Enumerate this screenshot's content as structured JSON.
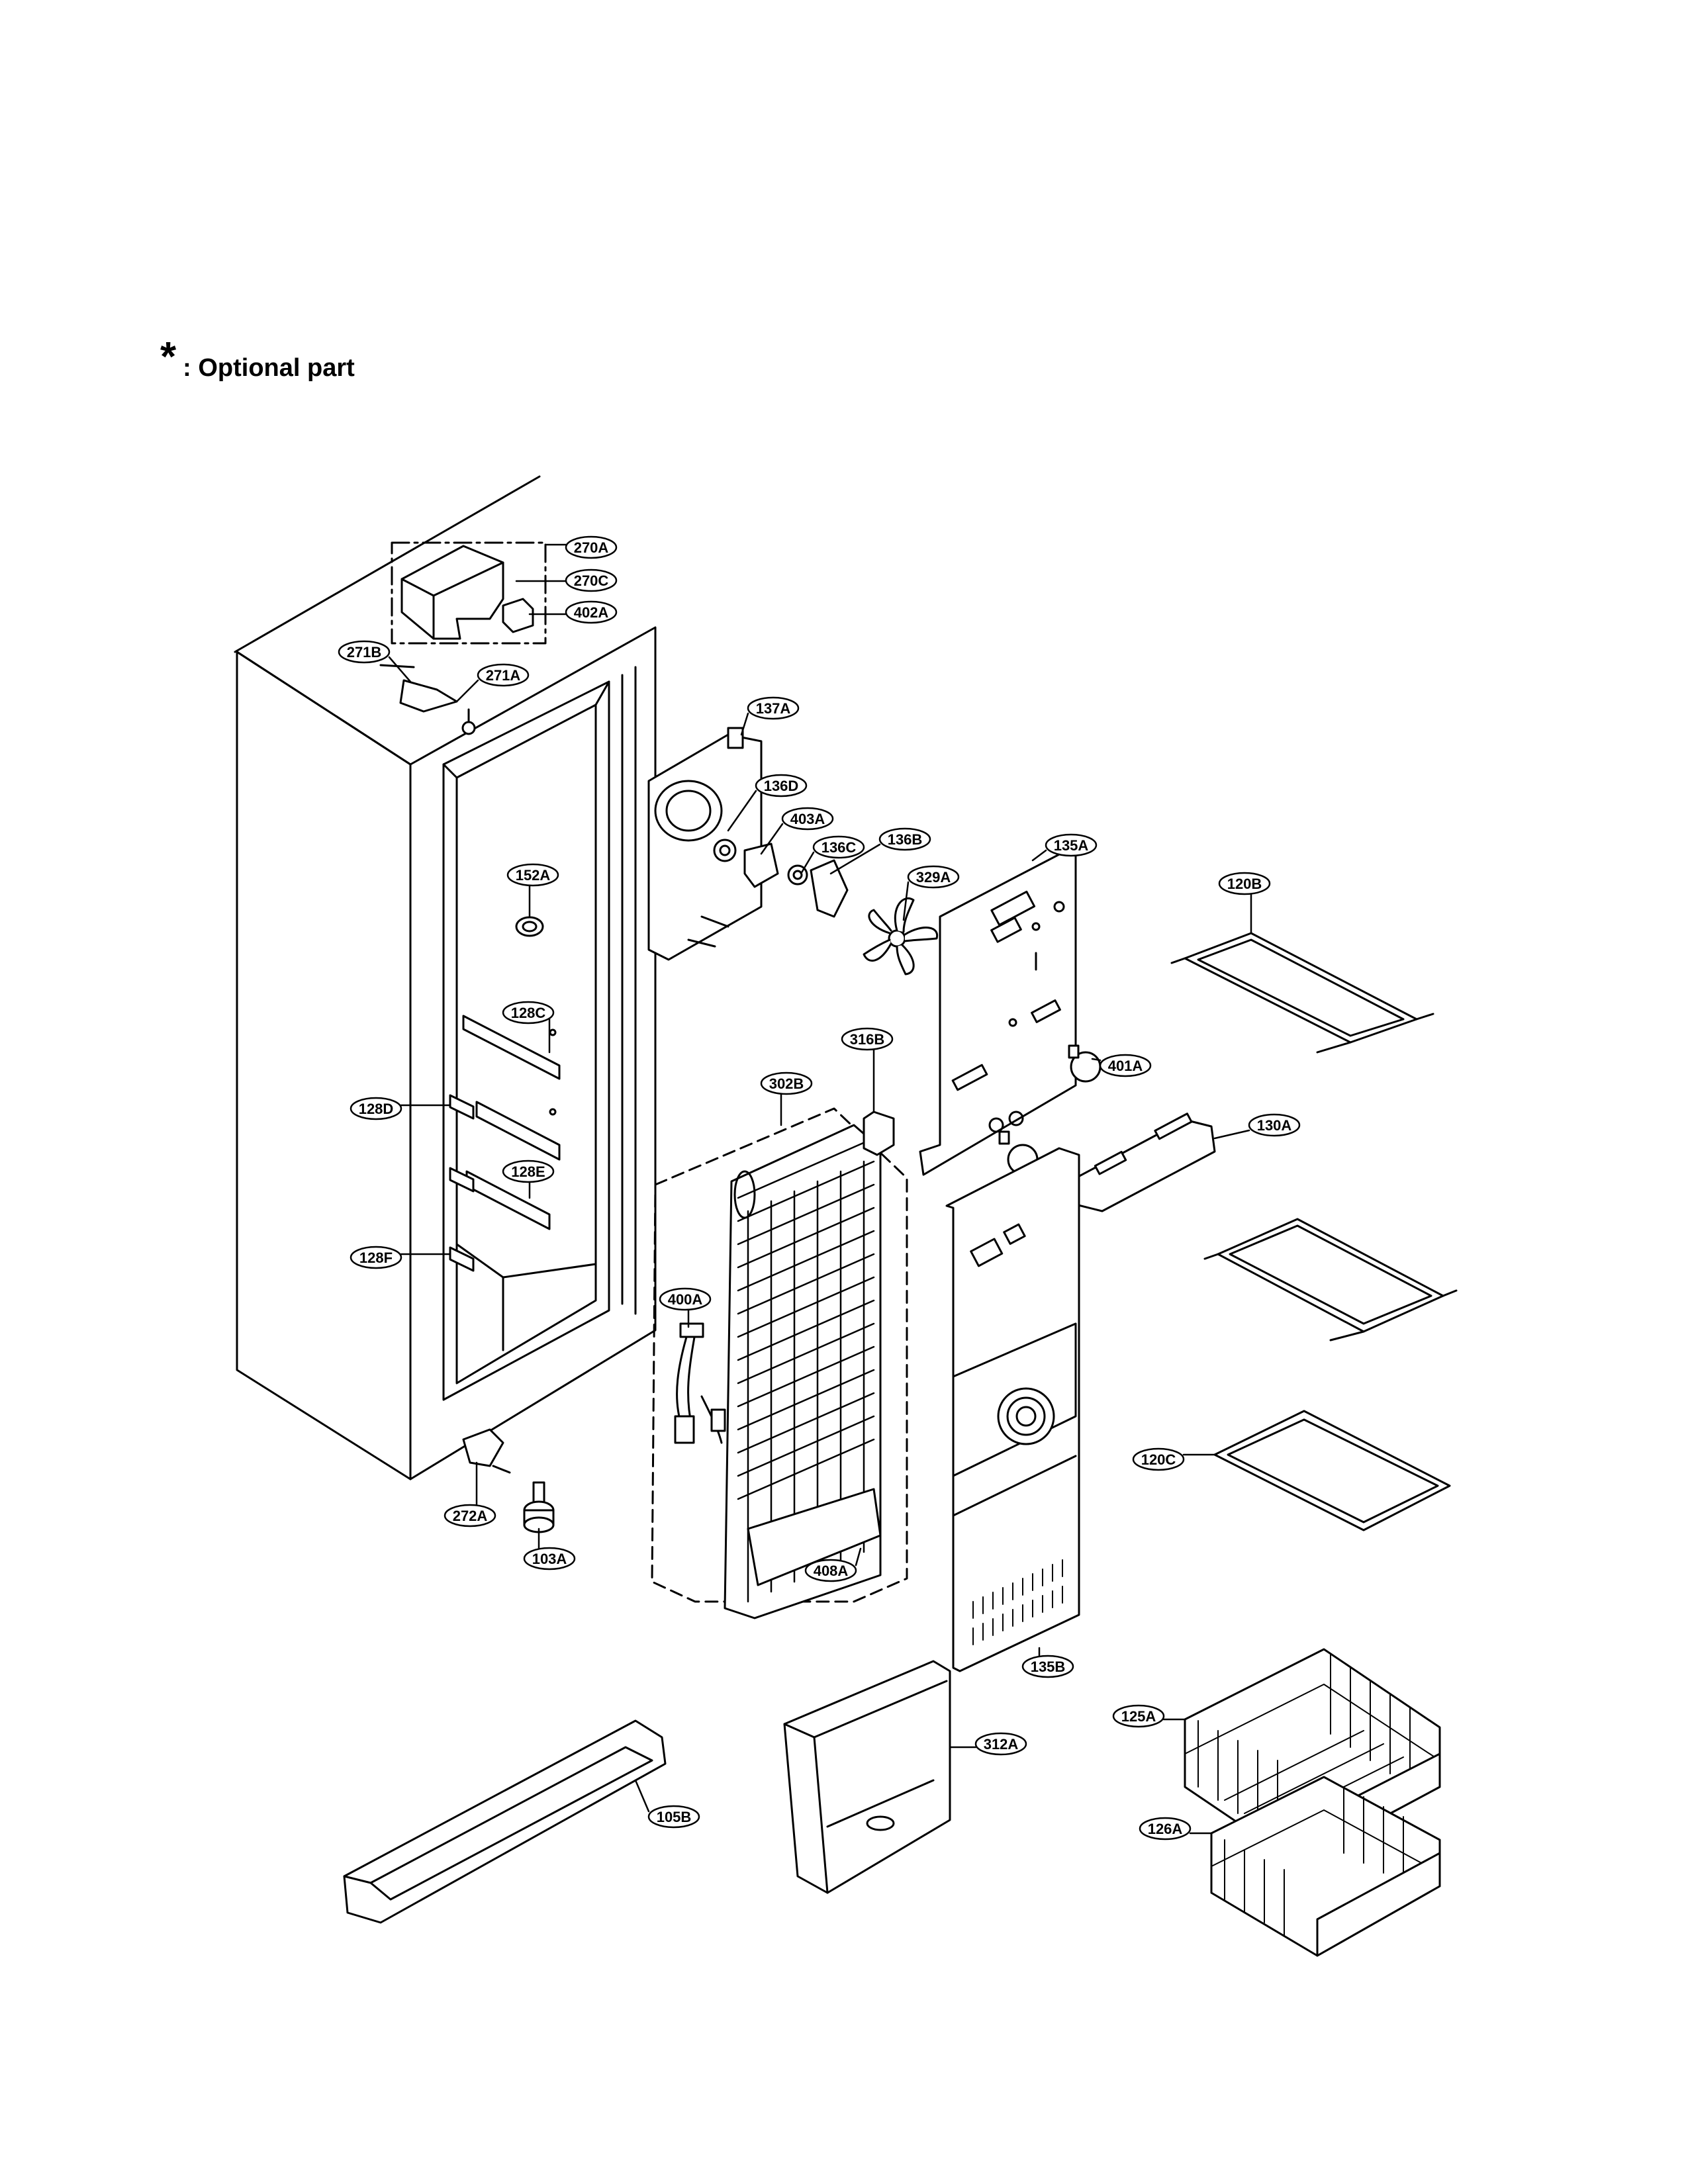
{
  "legend": {
    "symbol": "*",
    "text": ": Optional part"
  },
  "labels": [
    "270A",
    "270C",
    "402A",
    "271B",
    "271A",
    "137A",
    "136D",
    "403A",
    "136C",
    "136B",
    "135A",
    "329A",
    "120B",
    "152A",
    "128C",
    "316B",
    "401A",
    "302B",
    "128D",
    "130A",
    "128E",
    "128F",
    "400A",
    "272A",
    "103A",
    "408A",
    "120C",
    "135B",
    "125A",
    "312A",
    "105B",
    "126A"
  ]
}
